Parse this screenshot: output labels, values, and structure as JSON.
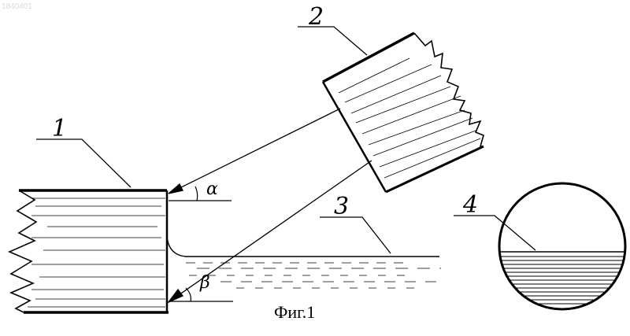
{
  "watermark": "1840401",
  "labels": {
    "part1": "1",
    "part2": "2",
    "part3": "3",
    "part4": "4",
    "alpha": "α",
    "beta": "β"
  },
  "caption": "Фиг.1"
}
